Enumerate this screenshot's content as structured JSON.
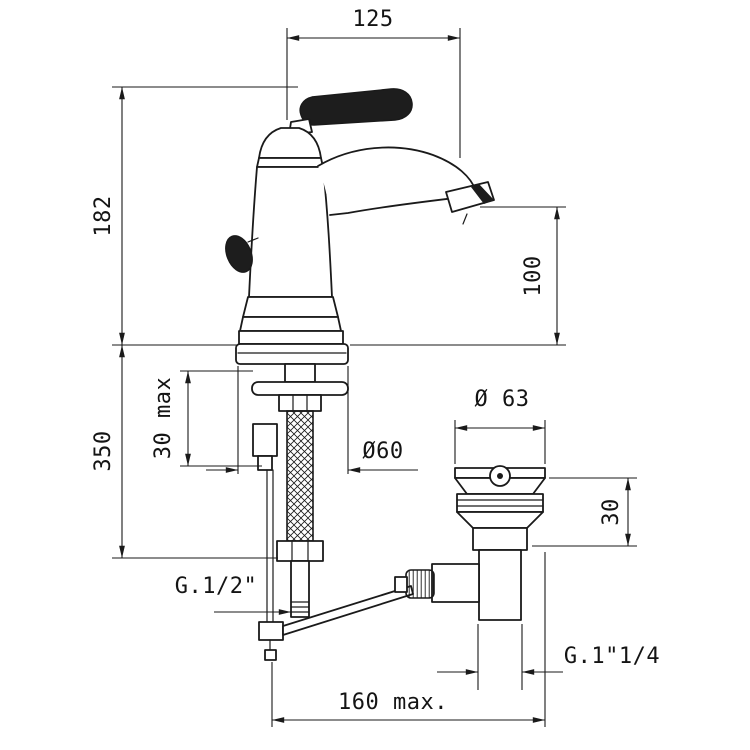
{
  "meta": {
    "type": "technical-dimensional-drawing",
    "subject": "Single-lever basin mixer faucet with pop-up waste drain"
  },
  "style": {
    "background": "#ffffff",
    "line_color": "#1a1a1a",
    "handle_fill": "#1d1d1d"
  },
  "dimensions": {
    "spout_reach": "125",
    "height_above_deck": "182",
    "height_below_deck": "350",
    "deck_thickness_max": "30 max",
    "spout_height": "100",
    "base_diameter": "Ø60",
    "waste_diameter": "Ø 63",
    "waste_top_height": "30",
    "inlet_thread": "G.1/2\"",
    "waste_thread": "G.1\"1/4",
    "rod_span_max": "160 max."
  }
}
